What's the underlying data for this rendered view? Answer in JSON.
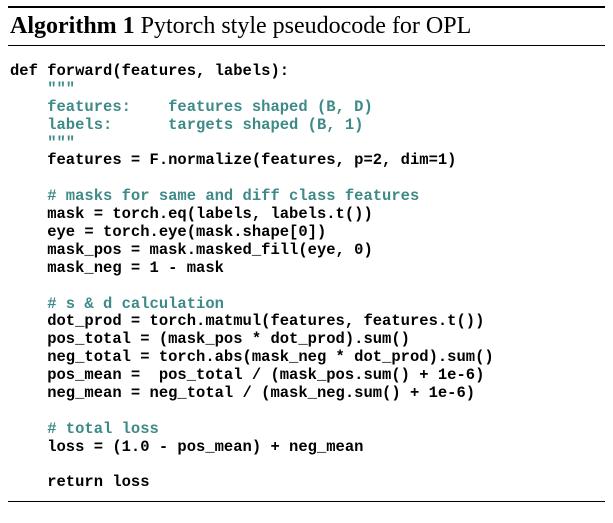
{
  "algorithm": {
    "label": "Algorithm 1",
    "title": "Pytorch style pseudocode for OPL"
  },
  "code": {
    "lines": [
      {
        "text": "def forward(features, labels):",
        "type": "code"
      },
      {
        "text": "    \"\"\"",
        "type": "comment"
      },
      {
        "text": "    features:    features shaped (B, D)",
        "type": "comment"
      },
      {
        "text": "    labels:      targets shaped (B, 1)",
        "type": "comment"
      },
      {
        "text": "    \"\"\"",
        "type": "comment"
      },
      {
        "text": "    features = F.normalize(features, p=2, dim=1)",
        "type": "code"
      },
      {
        "text": "",
        "type": "blank"
      },
      {
        "text": "    # masks for same and diff class features",
        "type": "comment"
      },
      {
        "text": "    mask = torch.eq(labels, labels.t())",
        "type": "code"
      },
      {
        "text": "    eye = torch.eye(mask.shape[0])",
        "type": "code"
      },
      {
        "text": "    mask_pos = mask.masked_fill(eye, 0)",
        "type": "code"
      },
      {
        "text": "    mask_neg = 1 - mask",
        "type": "code"
      },
      {
        "text": "",
        "type": "blank"
      },
      {
        "text": "    # s & d calculation",
        "type": "comment"
      },
      {
        "text": "    dot_prod = torch.matmul(features, features.t())",
        "type": "code"
      },
      {
        "text": "    pos_total = (mask_pos * dot_prod).sum()",
        "type": "code"
      },
      {
        "text": "    neg_total = torch.abs(mask_neg * dot_prod).sum()",
        "type": "code"
      },
      {
        "text": "    pos_mean =  pos_total / (mask_pos.sum() + 1e-6)",
        "type": "code"
      },
      {
        "text": "    neg_mean = neg_total / (mask_neg.sum() + 1e-6)",
        "type": "code"
      },
      {
        "text": "",
        "type": "blank"
      },
      {
        "text": "    # total loss",
        "type": "comment"
      },
      {
        "text": "    loss = (1.0 - pos_mean) + neg_mean",
        "type": "code"
      },
      {
        "text": "",
        "type": "blank"
      },
      {
        "text": "    return loss",
        "type": "code"
      }
    ]
  },
  "colors": {
    "comment": "#3d8a88",
    "text": "#000000"
  }
}
